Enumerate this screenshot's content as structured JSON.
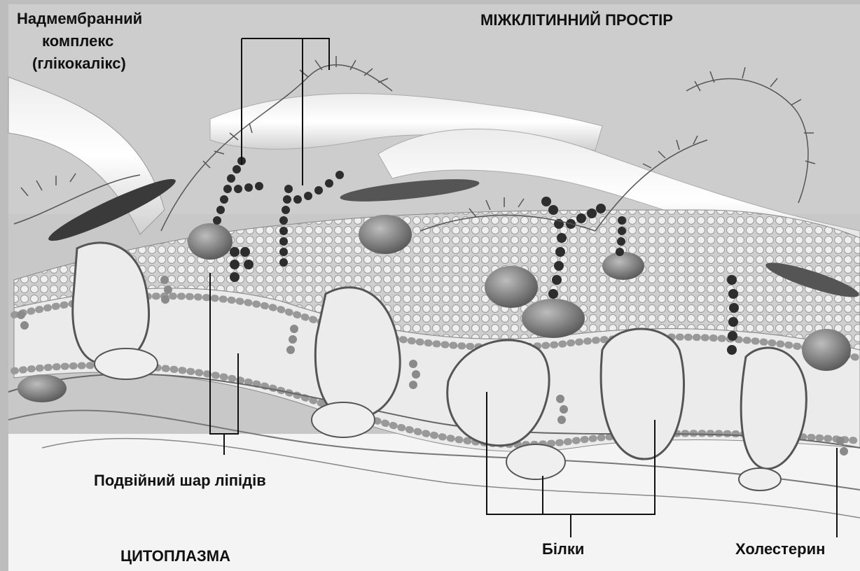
{
  "labels": {
    "glycocalyx_line1": "Надмембранний",
    "glycocalyx_line2": "комплекс",
    "glycocalyx_line3": "(глікокалікс)",
    "intercellular_space": "МІЖКЛІТИННИЙ ПРОСТІР",
    "lipid_bilayer": "Подвійний шар  ліпідів",
    "cytoplasm": "ЦИТОПЛАЗМА",
    "proteins": "Білки",
    "cholesterol": "Холестерин"
  },
  "colors": {
    "background": "#b9b9b9",
    "membrane": "#d8d8d8",
    "protein": "#e6e6e6",
    "chain": "#2a2a2a",
    "text": "#111111"
  }
}
